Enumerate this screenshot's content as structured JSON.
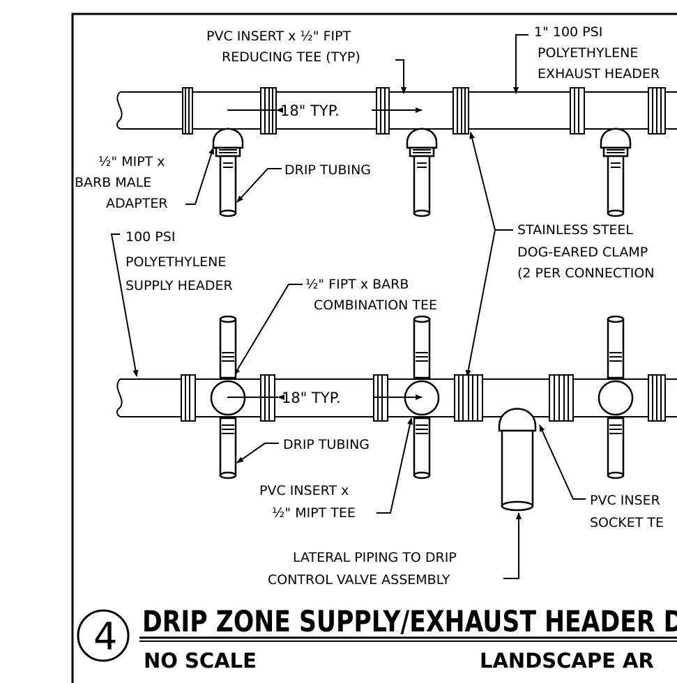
{
  "detail": {
    "number": "4",
    "title": "DRIP ZONE SUPPLY/EXHAUST HEADER DE",
    "scale": "NO SCALE",
    "discipline": "LANDSCAPE AR"
  },
  "labels": {
    "reducing_tee_1": "PVC INSERT x ½\" FIPT",
    "reducing_tee_2": "REDUCING TEE (TYP)",
    "exhaust_header_1": "1\" 100 PSI",
    "exhaust_header_2": "POLYETHYLENE",
    "exhaust_header_3": "EXHAUST HEADER",
    "dim_top": "18\" TYP.",
    "male_adapter_1": "½\" MIPT x",
    "male_adapter_2": "BARB MALE",
    "male_adapter_3": "ADAPTER",
    "drip_tubing_top": "DRIP TUBING",
    "supply_header_1": "100 PSI",
    "supply_header_2": "POLYETHYLENE",
    "supply_header_3": "SUPPLY HEADER",
    "clamp_1": "STAINLESS STEEL",
    "clamp_2": "DOG-EARED CLAMP",
    "clamp_3": "(2 PER CONNECTION",
    "combo_tee_1": "½\" FIPT x BARB",
    "combo_tee_2": "COMBINATION TEE",
    "dim_bottom": "18\" TYP.",
    "drip_tubing_bottom": "DRIP TUBING",
    "mipt_tee_1": "PVC INSERT x",
    "mipt_tee_2": "½\" MIPT TEE",
    "socket_tee_1": "PVC INSER",
    "socket_tee_2": "SOCKET TE",
    "lateral_1": "LATERAL PIPING TO DRIP",
    "lateral_2": "CONTROL VALVE ASSEMBLY"
  }
}
